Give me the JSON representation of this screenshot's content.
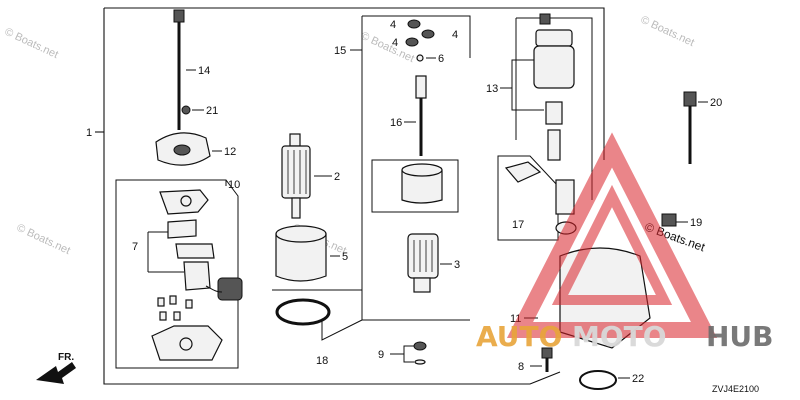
{
  "watermarks": {
    "tl": "© Boats.net",
    "tc": "© Boats.net",
    "tr": "© Boats.net",
    "ml": "© Boats.net",
    "mc": "© Boats.net",
    "mr": "© Boats.net"
  },
  "callouts": {
    "c1": "1",
    "c2": "2",
    "c3": "3",
    "c4a": "4",
    "c4b": "4",
    "c4c": "4",
    "c5": "5",
    "c6": "6",
    "c7": "7",
    "c8": "8",
    "c9": "9",
    "c10": "10",
    "c11": "11",
    "c12": "12",
    "c13": "13",
    "c14": "14",
    "c15": "15",
    "c16": "16",
    "c17": "17",
    "c18": "18",
    "c19": "19",
    "c20": "20",
    "c21": "21",
    "c22": "22"
  },
  "front_label": "FR.",
  "diagram_code": "ZVJ4E2100",
  "logo": {
    "auto": "AUTO",
    "moto": "MOTO",
    "hub": "HUB"
  },
  "colors": {
    "logo_red": "#d9232a",
    "logo_orange": "#e8a53a",
    "logo_gray": "#6b6b6b"
  }
}
